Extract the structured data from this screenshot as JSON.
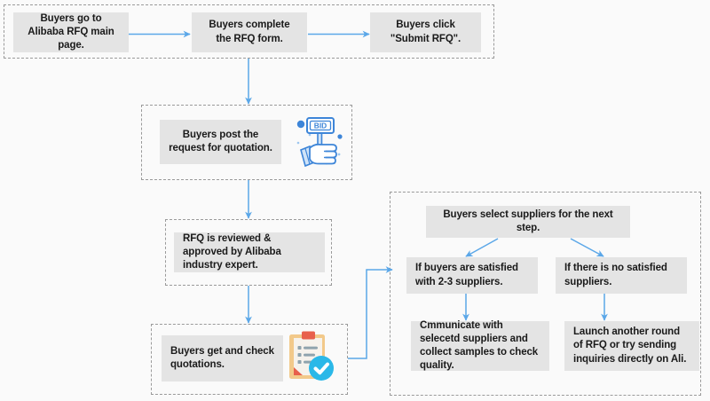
{
  "diagram": {
    "title": "Alibaba RFQ process flowchart",
    "colors": {
      "node_fill": "#e4e4e4",
      "group_border": "#9a9a9a",
      "arrow": "#5ba7e8",
      "text": "#1a1a1a",
      "background": "#fafafa",
      "icon_blue": "#3d85d8",
      "icon_red": "#e8604c",
      "icon_tan": "#f2c98a",
      "icon_cyan": "#2bb8e8"
    },
    "groups": [
      {
        "id": "group-top-row",
        "label": "submit-rfq-steps"
      },
      {
        "id": "group-post-request",
        "label": "post-request-step"
      },
      {
        "id": "group-review",
        "label": "review-step"
      },
      {
        "id": "group-quotations",
        "label": "quotations-step"
      },
      {
        "id": "group-supplier-selection",
        "label": "supplier-selection-steps"
      }
    ],
    "nodes": [
      {
        "id": "node-main-page",
        "text": "Buyers go to Alibaba RFQ main page."
      },
      {
        "id": "node-complete-form",
        "text": "Buyers complete the RFQ form."
      },
      {
        "id": "node-submit-rfq",
        "text": "Buyers click \"Submit RFQ\"."
      },
      {
        "id": "node-post-request",
        "text": "Buyers post  the request for quotation."
      },
      {
        "id": "node-review-approve",
        "text": "RFQ is reviewed & approved by Alibaba industry expert."
      },
      {
        "id": "node-get-quotations",
        "text": "Buyers get and check quotations."
      },
      {
        "id": "node-select-suppliers",
        "text": "Buyers select suppliers for the next step."
      },
      {
        "id": "node-satisfied",
        "text": "If buyers are satisfied with 2-3 suppliers."
      },
      {
        "id": "node-not-satisfied",
        "text": "If there is no satisfied suppliers."
      },
      {
        "id": "node-communicate",
        "text": "Cmmunicate with selecetd suppliers and collect samples to check quality."
      },
      {
        "id": "node-relaunch",
        "text": "Launch another round of RFQ or try sending inquiries directly on Ali."
      }
    ],
    "icons": {
      "bid_paddle_label": "BID",
      "bid_paddle_name": "bid-paddle-icon",
      "clipboard_name": "clipboard-check-icon"
    }
  }
}
